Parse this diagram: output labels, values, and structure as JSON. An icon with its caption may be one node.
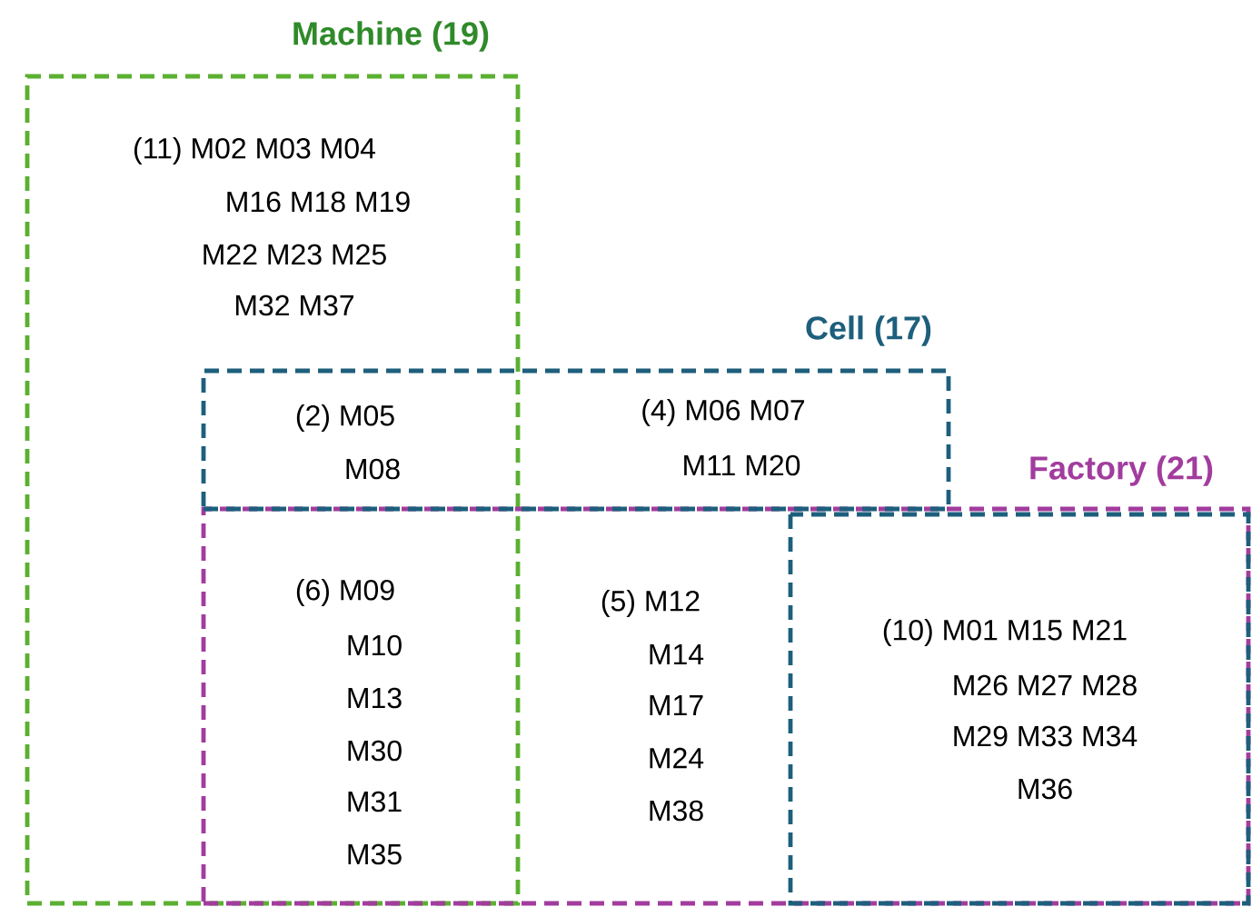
{
  "diagram": {
    "nodes": [
      {
        "text": [
          "Machine (19)"
        ]
      },
      {
        "text": [
          "Cell (17)"
        ]
      },
      {
        "text": [
          "Factory (21)"
        ]
      }
    ],
    "labels": [
      "(11) M02 M03 M04",
      "M16 M18 M19",
      "M22 M23 M25",
      "M32 M37",
      "(2) M05",
      "M08",
      "(4) M06 M07",
      "M11 M20",
      "(6) M09",
      "M10",
      "M13",
      "M30",
      "M31",
      "M35",
      "(5) M12",
      "M14",
      "M17",
      "M24",
      "M38",
      "(10) M01 M15 M21",
      "M26 M27 M28",
      "M29 M33 M34",
      "M36"
    ]
  }
}
